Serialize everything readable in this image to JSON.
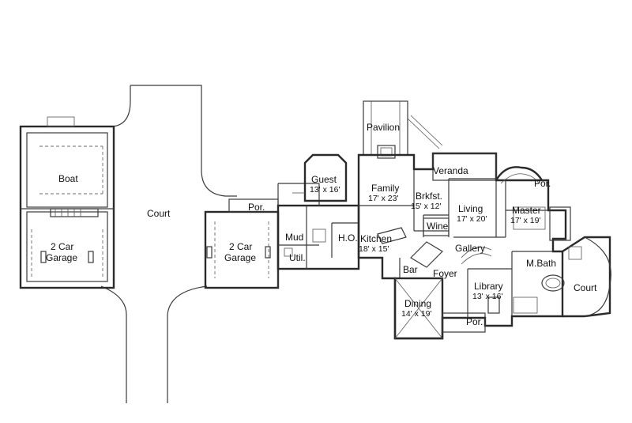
{
  "rooms": {
    "boat": {
      "name": "Boat"
    },
    "garage_left": {
      "name": "2 Car",
      "name2": "Garage"
    },
    "court_main": {
      "name": "Court"
    },
    "garage_mid": {
      "name": "2 Car",
      "name2": "Garage"
    },
    "porch_left": {
      "name": "Por."
    },
    "mud": {
      "name": "Mud"
    },
    "util": {
      "name": "Util."
    },
    "ho": {
      "name": "H.O."
    },
    "guest": {
      "name": "Guest",
      "dim": "13' x 16'"
    },
    "pavilion": {
      "name": "Pavilion"
    },
    "family": {
      "name": "Family",
      "dim": "17' x 23'"
    },
    "brkfst": {
      "name": "Brkfst.",
      "dim": "15' x 12'"
    },
    "veranda": {
      "name": "Veranda"
    },
    "kitchen": {
      "name": "Kitchen",
      "dim": "18' x 15'"
    },
    "wine": {
      "name": "Wine"
    },
    "living": {
      "name": "Living",
      "dim": "17' x 20'"
    },
    "master": {
      "name": "Master",
      "dim": "17' x 19'"
    },
    "porch_master": {
      "name": "Por."
    },
    "bar": {
      "name": "Bar"
    },
    "foyer": {
      "name": "Foyer"
    },
    "gallery": {
      "name": "Gallery"
    },
    "mbath": {
      "name": "M.Bath"
    },
    "library": {
      "name": "Library",
      "dim": "13' x 16'"
    },
    "court_right": {
      "name": "Court"
    },
    "dining": {
      "name": "Dining",
      "dim": "14' x 19'"
    },
    "porch_front": {
      "name": "Por."
    }
  }
}
